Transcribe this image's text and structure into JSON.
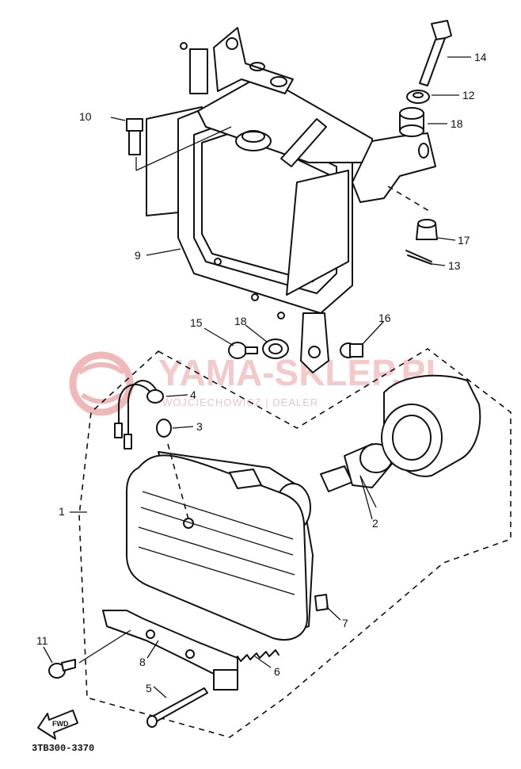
{
  "watermark": {
    "brand": "YAMA-SKLEP.PL",
    "tagline": "WOJCIECHOWICZ | DEALER"
  },
  "diagram_code": "3TB300-3370",
  "forward_label": "FWD",
  "callouts": {
    "p1": "1",
    "p2": "2",
    "p3": "3",
    "p4": "4",
    "p5": "5",
    "p6": "6",
    "p7": "7",
    "p8": "8",
    "p9": "9",
    "p10": "10",
    "p11": "11",
    "p12": "12",
    "p13": "13",
    "p14": "14",
    "p15": "15",
    "p16": "16",
    "p17": "17",
    "p18a": "18",
    "p18b": "18"
  }
}
